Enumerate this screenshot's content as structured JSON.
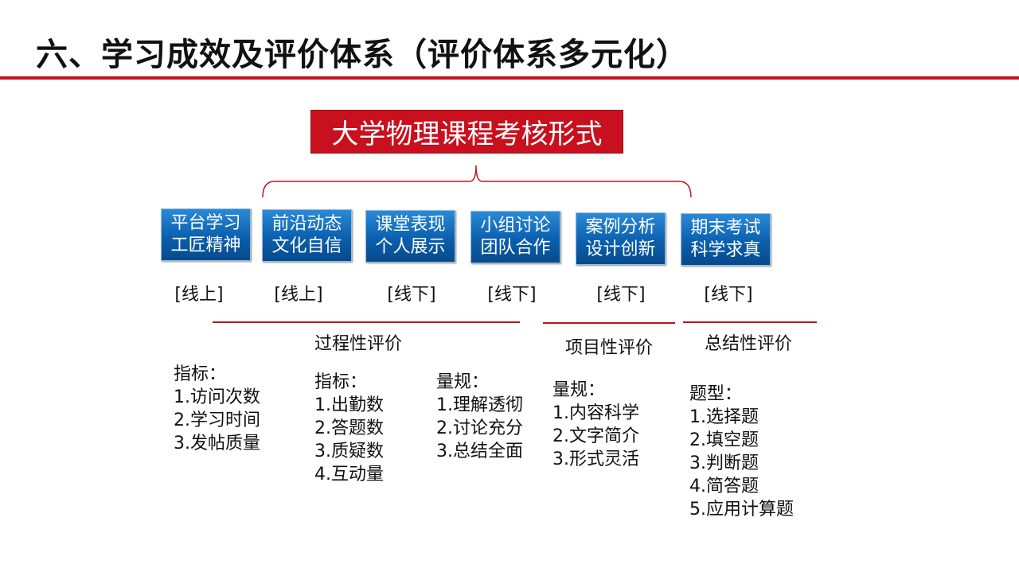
{
  "title": "六、学习成效及评价体系（评价体系多元化）",
  "root": "大学物理课程考核形式",
  "nodes": [
    {
      "line1": "平台学习",
      "line2": "工匠精神",
      "mode": "[线上]"
    },
    {
      "line1": "前沿动态",
      "line2": "文化自信",
      "mode": "[线上]"
    },
    {
      "line1": "课堂表现",
      "line2": "个人展示",
      "mode": "[线下]"
    },
    {
      "line1": "小组讨论",
      "line2": "团队合作",
      "mode": "[线下]"
    },
    {
      "line1": "案例分析",
      "line2": "设计创新",
      "mode": "[线下]"
    },
    {
      "line1": "期末考试",
      "line2": "科学求真",
      "mode": "[线下]"
    }
  ],
  "categories": [
    "过程性评价",
    "项目性评价",
    "总结性评价"
  ],
  "lists": [
    {
      "head": "指标：",
      "items": [
        "1.访问次数",
        "2.学习时间",
        "3.发帖质量"
      ]
    },
    {
      "head": "指标：",
      "items": [
        "1.出勤数",
        "2.答题数",
        "3.质疑数",
        "4.互动量"
      ]
    },
    {
      "head": "量规：",
      "items": [
        "1.理解透彻",
        "2.讨论充分",
        "3.总结全面"
      ]
    },
    {
      "head": "量规：",
      "items": [
        "1.内容科学",
        "2.文字简介",
        "3.形式灵活"
      ]
    },
    {
      "head": "题型：",
      "items": [
        "1.选择题",
        "2.填空题",
        "3.判断题",
        "4.简答题",
        "5.应用计算题"
      ]
    }
  ]
}
